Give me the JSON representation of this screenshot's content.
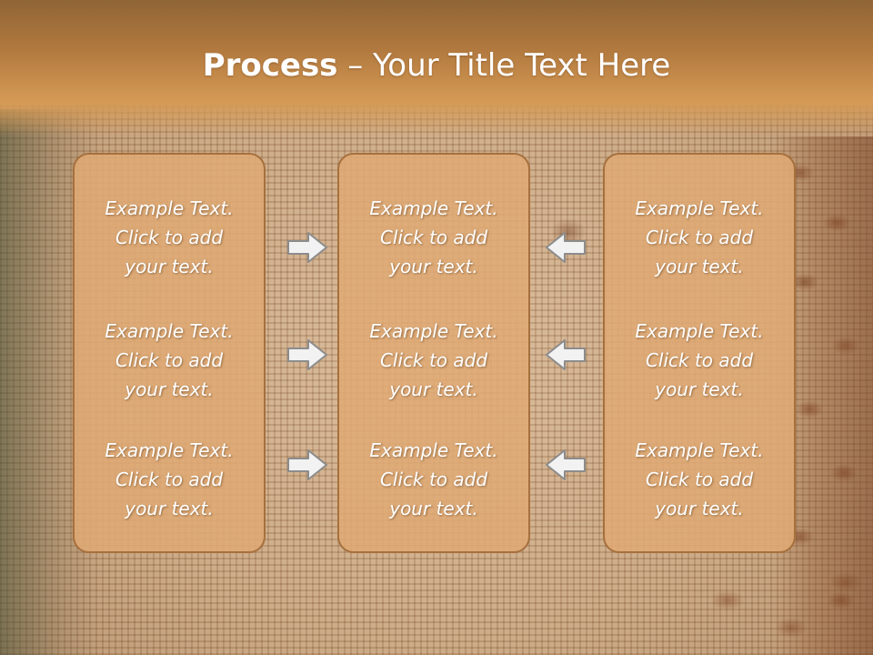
{
  "slide": {
    "title_bold": "Process",
    "title_rest": " – Your Title Text Here"
  },
  "columns": [
    {
      "id": "left",
      "items": [
        [
          "Example Text.",
          "Click  to add",
          "your text."
        ],
        [
          "Example Text.",
          "Click  to add",
          "your text."
        ],
        [
          "Example Text.",
          "Click  to add",
          "your text."
        ]
      ]
    },
    {
      "id": "center",
      "items": [
        [
          "Example Text.",
          "Click  to add",
          "your text."
        ],
        [
          "Example Text.",
          "Click  to add",
          "your text."
        ],
        [
          "Example Text.",
          "Click  to add",
          "your text."
        ]
      ]
    },
    {
      "id": "right",
      "items": [
        [
          "Example Text.",
          "Click  to add",
          "your text."
        ],
        [
          "Example Text.",
          "Click  to add",
          "your text."
        ],
        [
          "Example Text.",
          "Click  to add",
          "your text."
        ]
      ]
    }
  ],
  "arrows": {
    "left_group": [
      "arrow-right-icon",
      "arrow-right-icon",
      "arrow-right-icon"
    ],
    "right_group": [
      "arrow-left-icon",
      "arrow-left-icon",
      "arrow-left-icon"
    ]
  },
  "colors": {
    "panel_fill": "#e0aa74",
    "panel_border": "#a6703d",
    "header": "#c98a47",
    "arrow_fill": "#f2f2f2",
    "arrow_stroke": "#8c8c8c"
  }
}
